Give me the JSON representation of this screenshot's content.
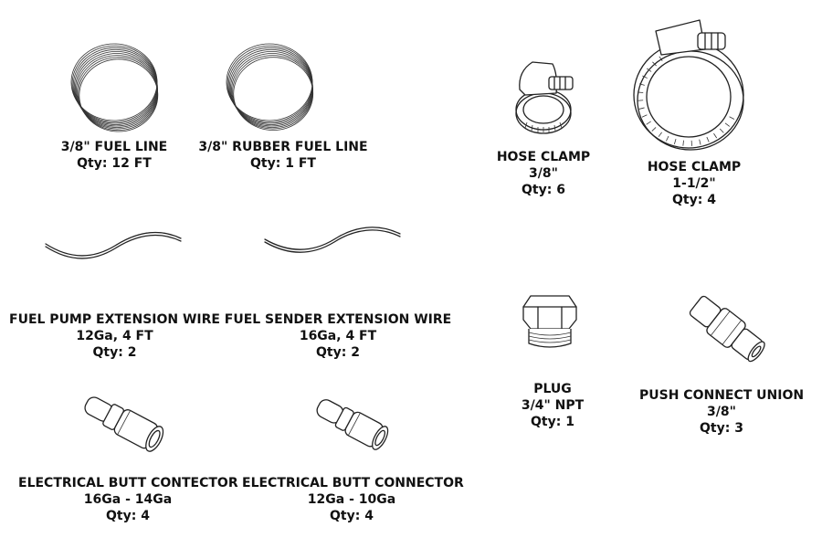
{
  "parts": [
    {
      "id": "fuel-line",
      "name": "3/8\" FUEL LINE",
      "spec": "",
      "qty": "Qty: 12 FT"
    },
    {
      "id": "rubber-fuel-line",
      "name": "3/8\" RUBBER FUEL LINE",
      "spec": "",
      "qty": "Qty: 1 FT"
    },
    {
      "id": "hose-clamp-small",
      "name": "HOSE CLAMP",
      "spec": "3/8\"",
      "qty": "Qty: 6"
    },
    {
      "id": "hose-clamp-large",
      "name": "HOSE CLAMP",
      "spec": "1-1/2\"",
      "qty": "Qty: 4"
    },
    {
      "id": "fuel-pump-wire",
      "name": "FUEL PUMP EXTENSION WIRE",
      "spec": "12Ga, 4 FT",
      "qty": "Qty: 2"
    },
    {
      "id": "fuel-sender-wire",
      "name": "FUEL SENDER EXTENSION WIRE",
      "spec": "16Ga, 4 FT",
      "qty": "Qty: 2"
    },
    {
      "id": "plug",
      "name": "PLUG",
      "spec": "3/4\" NPT",
      "qty": "Qty: 1"
    },
    {
      "id": "push-connect-union",
      "name": "PUSH CONNECT UNION",
      "spec": "3/8\"",
      "qty": "Qty: 3"
    },
    {
      "id": "butt-connector-16-14",
      "name": "ELECTRICAL BUTT CONTECTOR",
      "spec": "16Ga - 14Ga",
      "qty": "Qty: 4"
    },
    {
      "id": "butt-connector-12-10",
      "name": "ELECTRICAL BUTT CONNECTOR",
      "spec": "12Ga - 10Ga",
      "qty": "Qty: 4"
    }
  ]
}
